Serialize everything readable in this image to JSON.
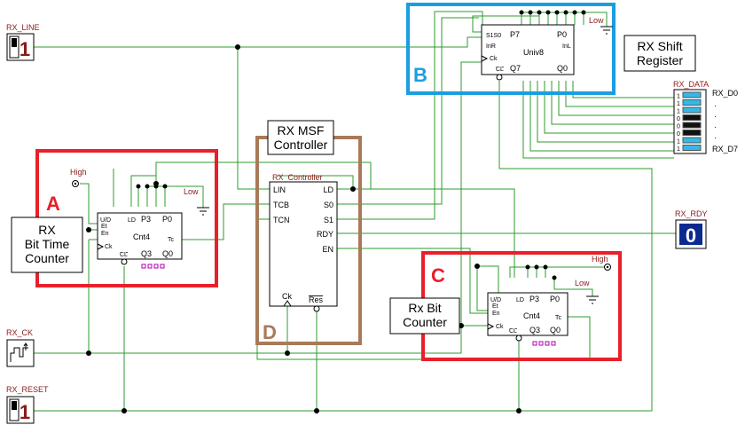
{
  "inputs": {
    "rx_line": {
      "name": "RX_LINE",
      "value": "1"
    },
    "rx_ck": {
      "name": "RX_CK"
    },
    "rx_reset": {
      "name": "RX_RESET",
      "value": "1"
    }
  },
  "outputs": {
    "rx_data": {
      "name": "RX_DATA",
      "bits": [
        "1",
        "1",
        "1",
        "0",
        "0",
        "0",
        "1",
        "1"
      ],
      "first": "RX_D0",
      "last": "RX_D7",
      "dots": [
        "·",
        "·",
        "·",
        "·"
      ]
    },
    "rx_rdy": {
      "name": "RX_RDY",
      "value": "0"
    }
  },
  "constants": {
    "high": "High",
    "low": "Low"
  },
  "regions": {
    "A": {
      "letter": "A",
      "color": "#e8202a",
      "label_lines": [
        "RX",
        "Bit Time",
        "Counter"
      ]
    },
    "B": {
      "letter": "B",
      "color": "#1a9ee0",
      "label_lines": [
        "RX Shift",
        "Register"
      ]
    },
    "C": {
      "letter": "C",
      "color": "#e8202a",
      "label_lines": [
        "Rx Bit",
        "Counter"
      ]
    },
    "D": {
      "letter": "D",
      "color": "#a87a58",
      "label_lines": [
        "RX MSF",
        "Controller"
      ]
    }
  },
  "univ8": {
    "name": "Univ8",
    "pins": {
      "s1s0": "S1S0",
      "p7": "P7",
      "p0": "P0",
      "inr": "InR",
      "inl": "InL",
      "ck": "Ck",
      "cl": "CL",
      "q7": "Q7",
      "q0": "Q0"
    }
  },
  "cnt4": {
    "name": "Cnt4",
    "pins": {
      "ud": "U/D",
      "ld": "LD",
      "p3": "P3",
      "p0": "P0",
      "et": "Et",
      "en": "En",
      "ck": "Ck",
      "tc": "Tc",
      "cl": "CL",
      "q3": "Q3",
      "q0": "Q0"
    }
  },
  "controller": {
    "name": "RX_Controller",
    "pins": {
      "lin": "LIN",
      "tcb": "TCB",
      "tcn": "TCN",
      "ld": "LD",
      "s0": "S0",
      "s1": "S1",
      "rdy": "RDY",
      "en": "EN",
      "ck": "Ck",
      "res": "Res"
    }
  }
}
